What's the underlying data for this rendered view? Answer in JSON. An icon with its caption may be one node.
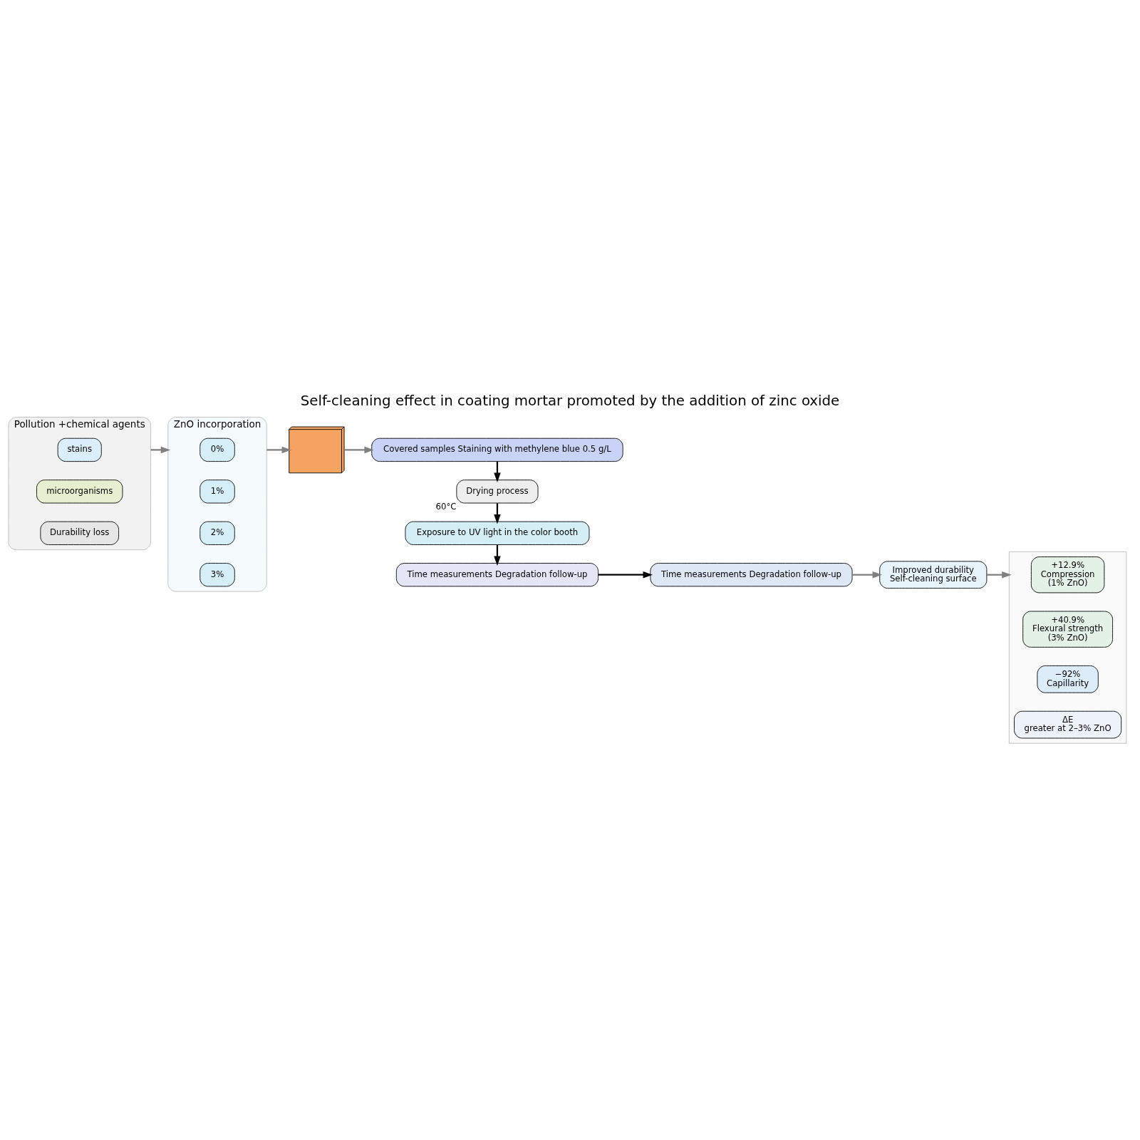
{
  "diagram": {
    "title": "Self-cleaning effect in coating mortar promoted by the addition of zinc oxide",
    "nodes": [
      {
        "text": [
          "Pollution +chemical agents"
        ]
      },
      {
        "text": [
          "stains"
        ],
        "in": 0
      },
      {
        "text": [
          "microorganisms"
        ],
        "in": 0
      },
      {
        "text": [
          "Durability loss"
        ],
        "in": 0
      },
      {
        "text": [],
        "shape": "picture"
      },
      {
        "text": [
          "ZnO incorporation"
        ]
      },
      {
        "text": [
          "0%"
        ],
        "in": 5
      },
      {
        "text": [
          "1%"
        ],
        "in": 5
      },
      {
        "text": [
          "2%"
        ],
        "in": 5
      },
      {
        "text": [
          "3%"
        ],
        "in": 5
      },
      {
        "text": [
          "Covered samples Staining with methylene blue 0.5 g/L"
        ]
      },
      {
        "text": [
          "Drying process"
        ],
        "beside": [
          "60°C"
        ]
      },
      {
        "text": [
          "Exposure to UV light in the color booth"
        ]
      },
      {
        "text": [
          "Time measurements Degradation follow-up"
        ]
      },
      {
        "text": [
          "Time measurements Degradation follow-up"
        ]
      },
      {
        "text": [
          "Improved durability",
          "Self-cleaning surface"
        ]
      },
      {
        "text": [],
        "shape": "box"
      },
      {
        "text": [
          "+12.9%",
          "Compression",
          "(1% ZnO)"
        ],
        "in": 16
      },
      {
        "text": [
          "+40.9%",
          "Flexural strength",
          "(3% ZnO)"
        ],
        "in": 16
      },
      {
        "text": [
          "−92%",
          "Capillarity"
        ],
        "in": 16
      },
      {
        "text": [
          "ΔE",
          "greater at 2–3% ZnO"
        ],
        "in": 16
      }
    ],
    "edges": [
      {
        "from": 0,
        "to": 5,
        "arrow": "to"
      },
      {
        "from": 5,
        "to": 4,
        "arrow": "to"
      },
      {
        "from": 4,
        "to": 10,
        "arrow": "to"
      },
      {
        "from": 10,
        "to": 11,
        "arrow": "to",
        "color": "#000000"
      },
      {
        "from": 11,
        "to": 12,
        "arrow": "to",
        "color": "#000000"
      },
      {
        "from": 12,
        "to": 13,
        "arrow": "to",
        "color": "#000000"
      },
      {
        "from": 13,
        "to": 14,
        "arrow": "to",
        "color": "#000000"
      },
      {
        "from": 14,
        "to": 15,
        "arrow": "to"
      },
      {
        "from": 15,
        "to": 16,
        "arrow": "to"
      }
    ]
  }
}
